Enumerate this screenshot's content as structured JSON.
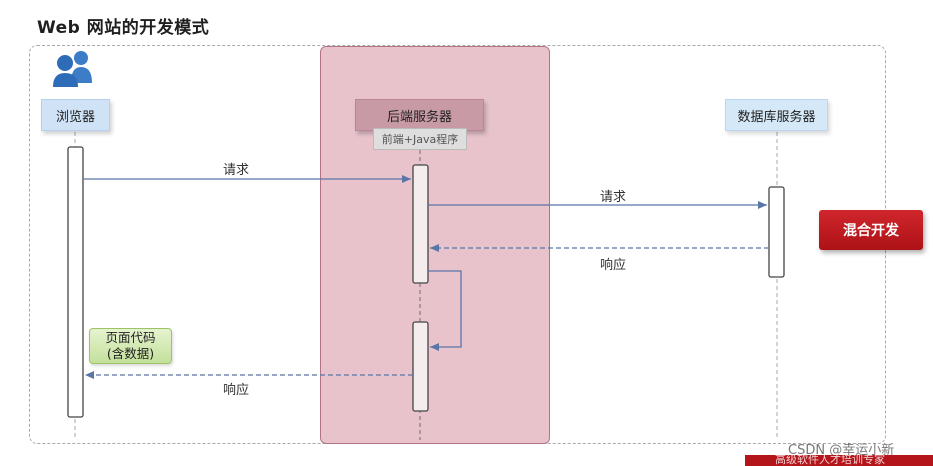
{
  "title": "Web 网站的开发模式",
  "actors": {
    "browser": "浏览器",
    "backend": "后端服务器",
    "backend_subtitle": "前端+Java程序",
    "database": "数据库服务器"
  },
  "messages": {
    "request_to_backend": "请求",
    "request_to_db": "请求",
    "response_from_db": "响应",
    "response_to_browser": "响应"
  },
  "note": {
    "line1": "页面代码",
    "line2": "(含数据)"
  },
  "badge": "混合开发",
  "watermark": "CSDN @幸运小新",
  "bottom_strip": "高级软件人才培训专家",
  "colors": {
    "server_zone": "#e8c3cc",
    "arrow": "#5a76a7",
    "badge": "#c0171e",
    "note": "#c4e09c"
  },
  "icon": "users-icon"
}
